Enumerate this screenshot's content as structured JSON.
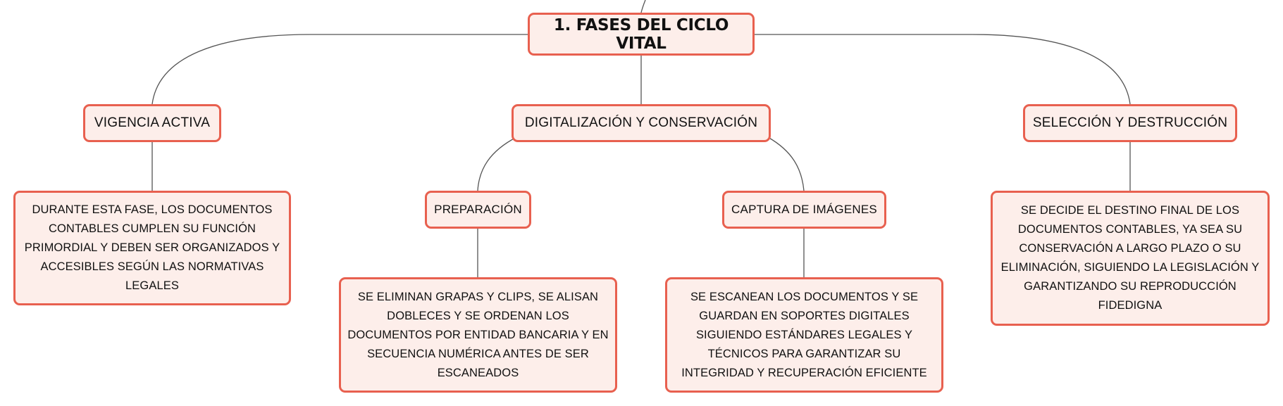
{
  "map": {
    "root": "1. FASES DEL CICLO VITAL",
    "vigencia": {
      "title": "VIGENCIA ACTIVA",
      "desc": "DURANTE ESTA FASE, LOS DOCUMENTOS CONTABLES CUMPLEN SU FUNCIÓN PRIMORDIAL Y DEBEN SER ORGANIZADOS Y ACCESIBLES SEGÚN LAS NORMATIVAS LEGALES"
    },
    "digitalizacion": {
      "title": "DIGITALIZACIÓN Y CONSERVACIÓN",
      "preparacion": {
        "title": "PREPARACIÓN",
        "desc": "SE ELIMINAN GRAPAS Y CLIPS, SE ALISAN DOBLECES Y SE ORDENAN LOS DOCUMENTOS POR ENTIDAD BANCARIA Y EN SECUENCIA NUMÉRICA ANTES DE SER ESCANEADOS"
      },
      "captura": {
        "title": "CAPTURA DE IMÁGENES",
        "desc": "SE ESCANEAN LOS DOCUMENTOS Y SE GUARDAN EN SOPORTES DIGITALES SIGUIENDO ESTÁNDARES LEGALES Y TÉCNICOS PARA GARANTIZAR SU INTEGRIDAD Y RECUPERACIÓN EFICIENTE"
      }
    },
    "seleccion": {
      "title": "SELECCIÓN Y DESTRUCCIÓN",
      "desc": "SE DECIDE EL DESTINO FINAL DE LOS DOCUMENTOS CONTABLES, YA SEA SU CONSERVACIÓN A LARGO PLAZO O SU ELIMINACIÓN, SIGUIENDO LA LEGISLACIÓN Y GARANTIZANDO SU REPRODUCCIÓN FIDEDIGNA"
    }
  },
  "colors": {
    "node_border": "#e8604f",
    "node_fill": "#fdeeea",
    "connector": "#555555"
  }
}
